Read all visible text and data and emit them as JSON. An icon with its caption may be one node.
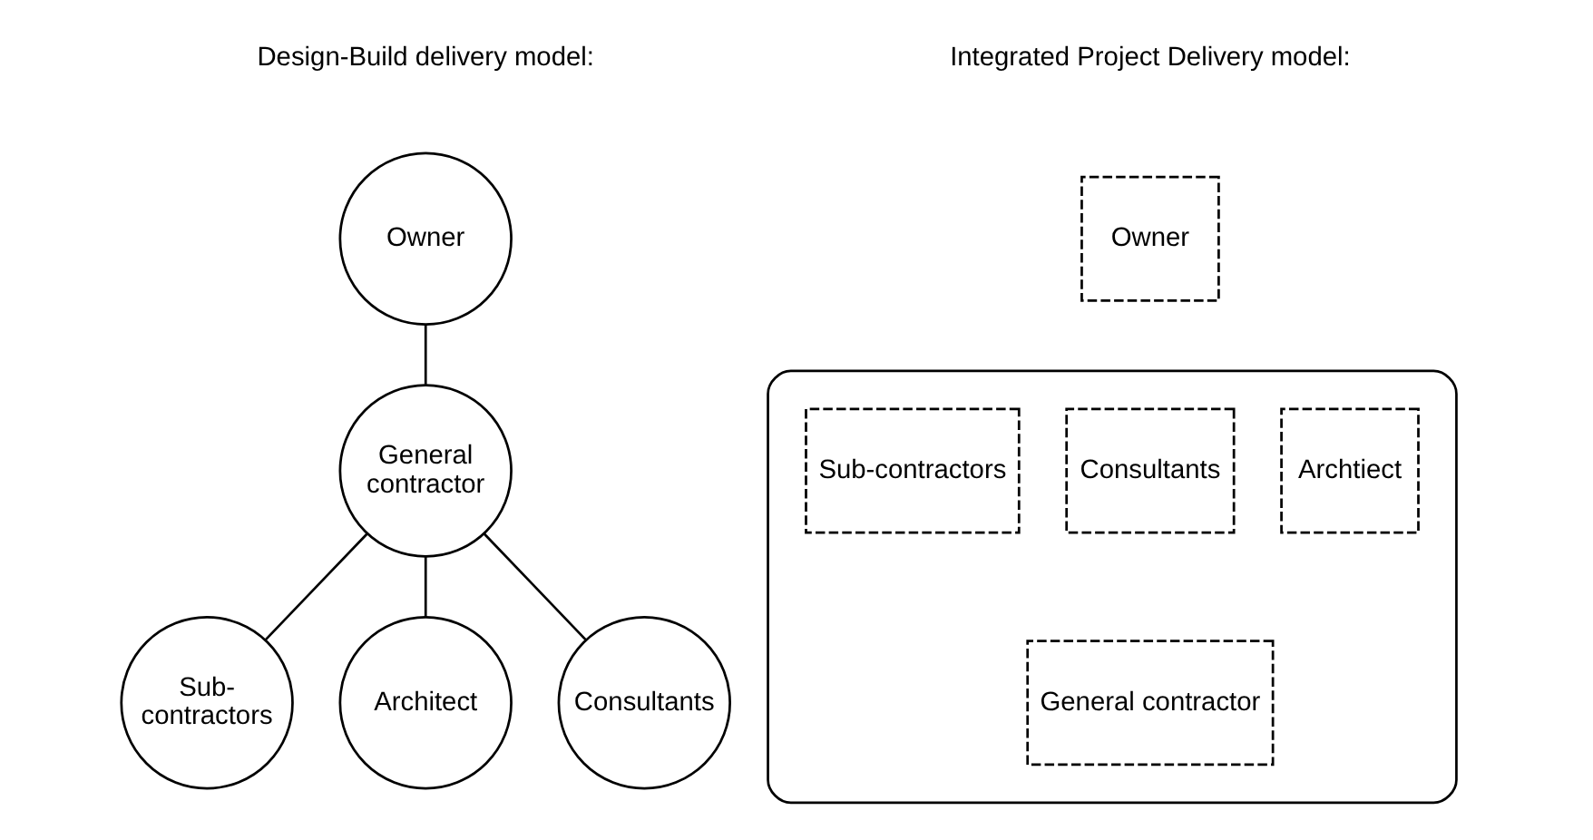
{
  "diagram": {
    "nodes": [
      {
        "text": [
          "Owner"
        ]
      },
      {
        "text": [
          "General contractor"
        ]
      },
      {
        "text": [
          "Sub-contractors"
        ]
      },
      {
        "text": [
          "Architect"
        ]
      },
      {
        "text": [
          "Consultants"
        ]
      },
      {
        "text": [],
        "shape": "ellipse"
      },
      {
        "text": [
          "Owner"
        ]
      },
      {
        "text": [
          "Archtiect"
        ],
        "in": 5
      },
      {
        "text": [
          "Consultants"
        ],
        "in": 5
      },
      {
        "text": [
          "Sub-contractors"
        ],
        "in": 5
      },
      {
        "text": [
          "General contractor"
        ],
        "in": 5
      }
    ],
    "edges": [
      {
        "from": 0,
        "to": 1,
        "arrow": "none"
      },
      {
        "from": 1,
        "to": 2,
        "arrow": "none"
      },
      {
        "from": 1,
        "to": 3,
        "arrow": "none"
      },
      {
        "from": 1,
        "to": 4,
        "arrow": "none"
      }
    ],
    "labels": [
      "Design-Build delivery model:",
      "Integrated Project Delivery model:"
    ]
  }
}
